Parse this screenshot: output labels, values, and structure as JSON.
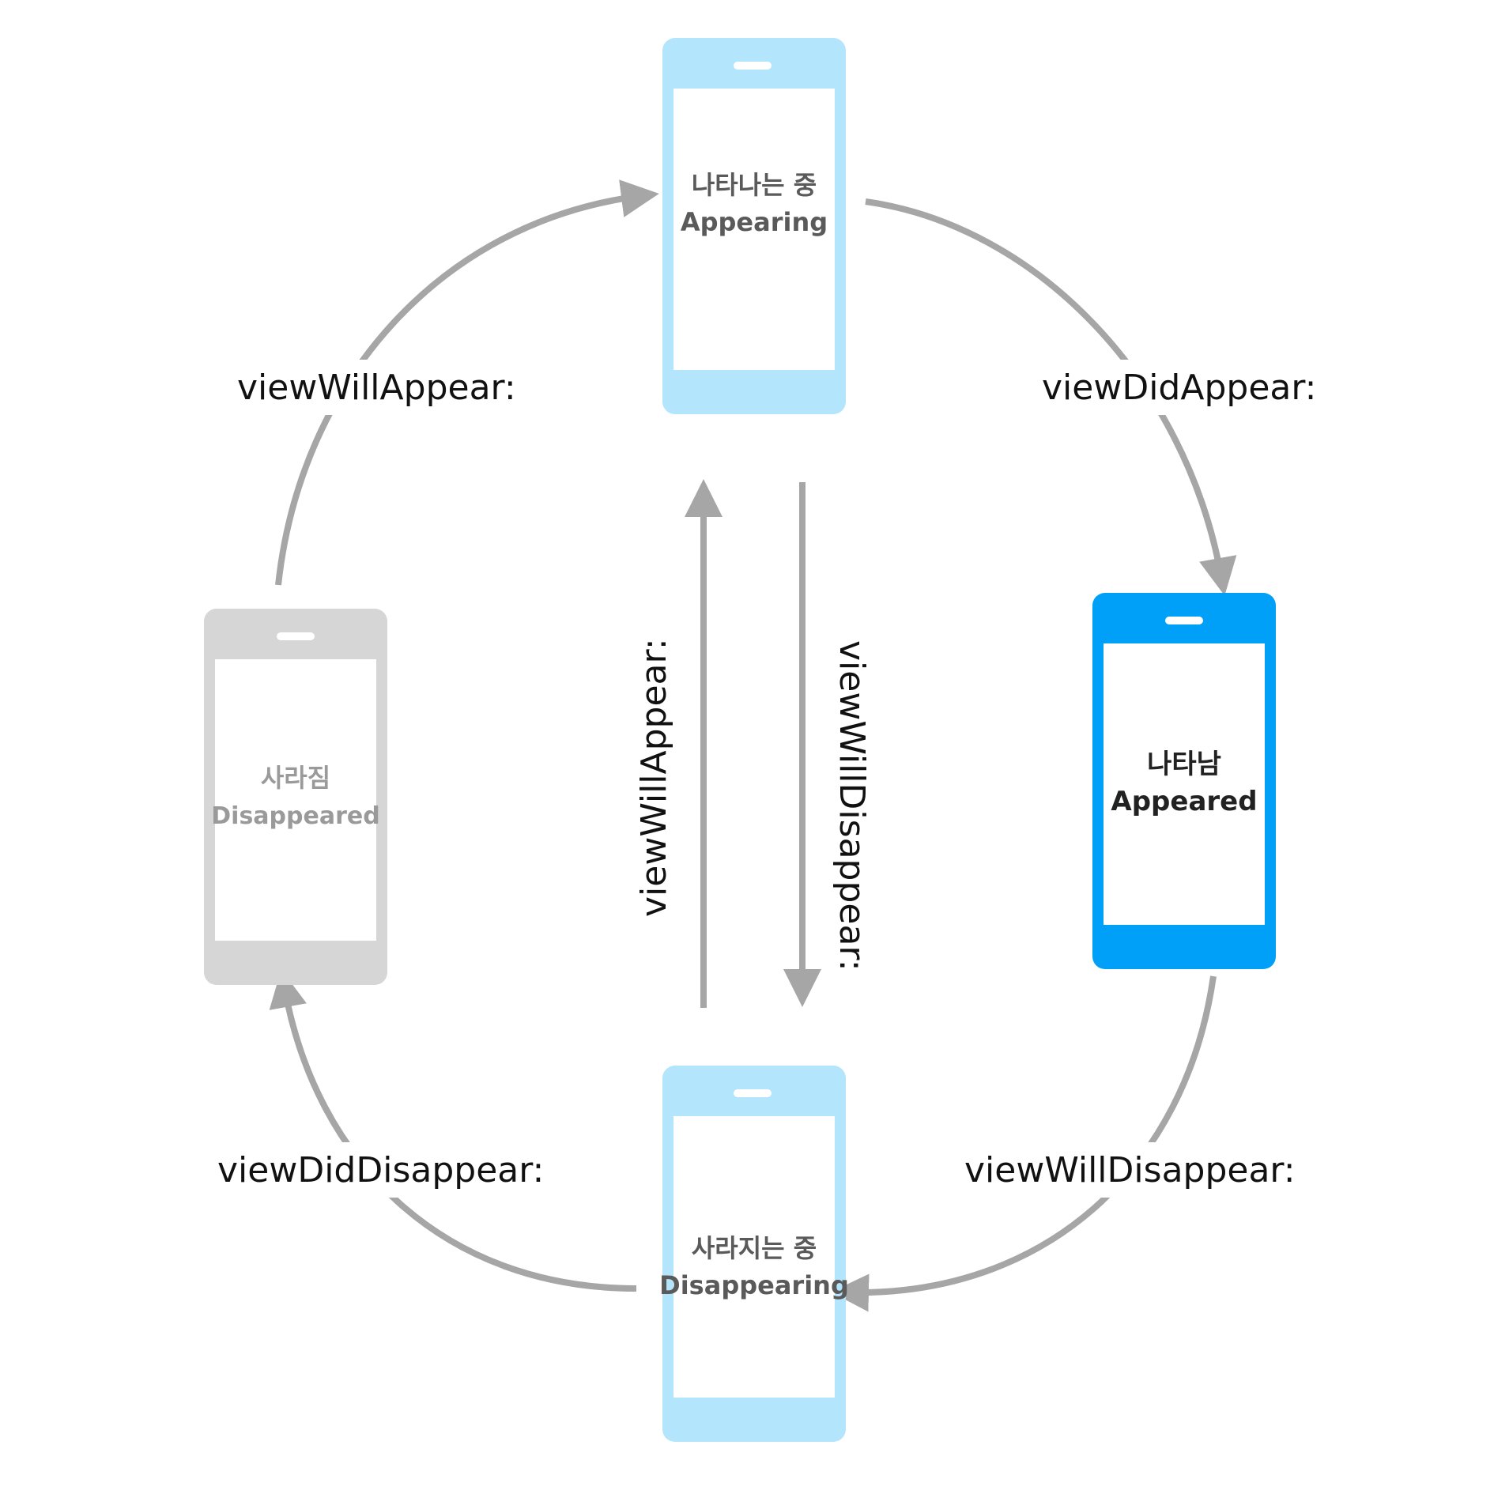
{
  "colors": {
    "arrow": "#a6a6a6",
    "phone_light": "#b3e5fc",
    "phone_active": "#00a0f8",
    "phone_inactive": "#d6d6d6",
    "screen": "#ffffff",
    "text_dark": "#222222",
    "text_mid": "#5a5a5a",
    "text_light": "#9a9a9a"
  },
  "states": {
    "appearing": {
      "korean": "나타나는 중",
      "english": "Appearing"
    },
    "appeared": {
      "korean": "나타남",
      "english": "Appeared"
    },
    "disappearing": {
      "korean": "사라지는 중",
      "english": "Disappearing"
    },
    "disappeared": {
      "korean": "사라짐",
      "english": "Disappeared"
    }
  },
  "transitions": {
    "disappeared_to_appearing": "viewWillAppear:",
    "appearing_to_appeared": "viewDidAppear:",
    "appeared_to_disappearing": "viewWillDisappear:",
    "disappearing_to_disappeared": "viewDidDisappear:",
    "disappearing_to_appearing": "viewWillAppear:",
    "appearing_to_disappearing": "viewWillDisappear:"
  }
}
